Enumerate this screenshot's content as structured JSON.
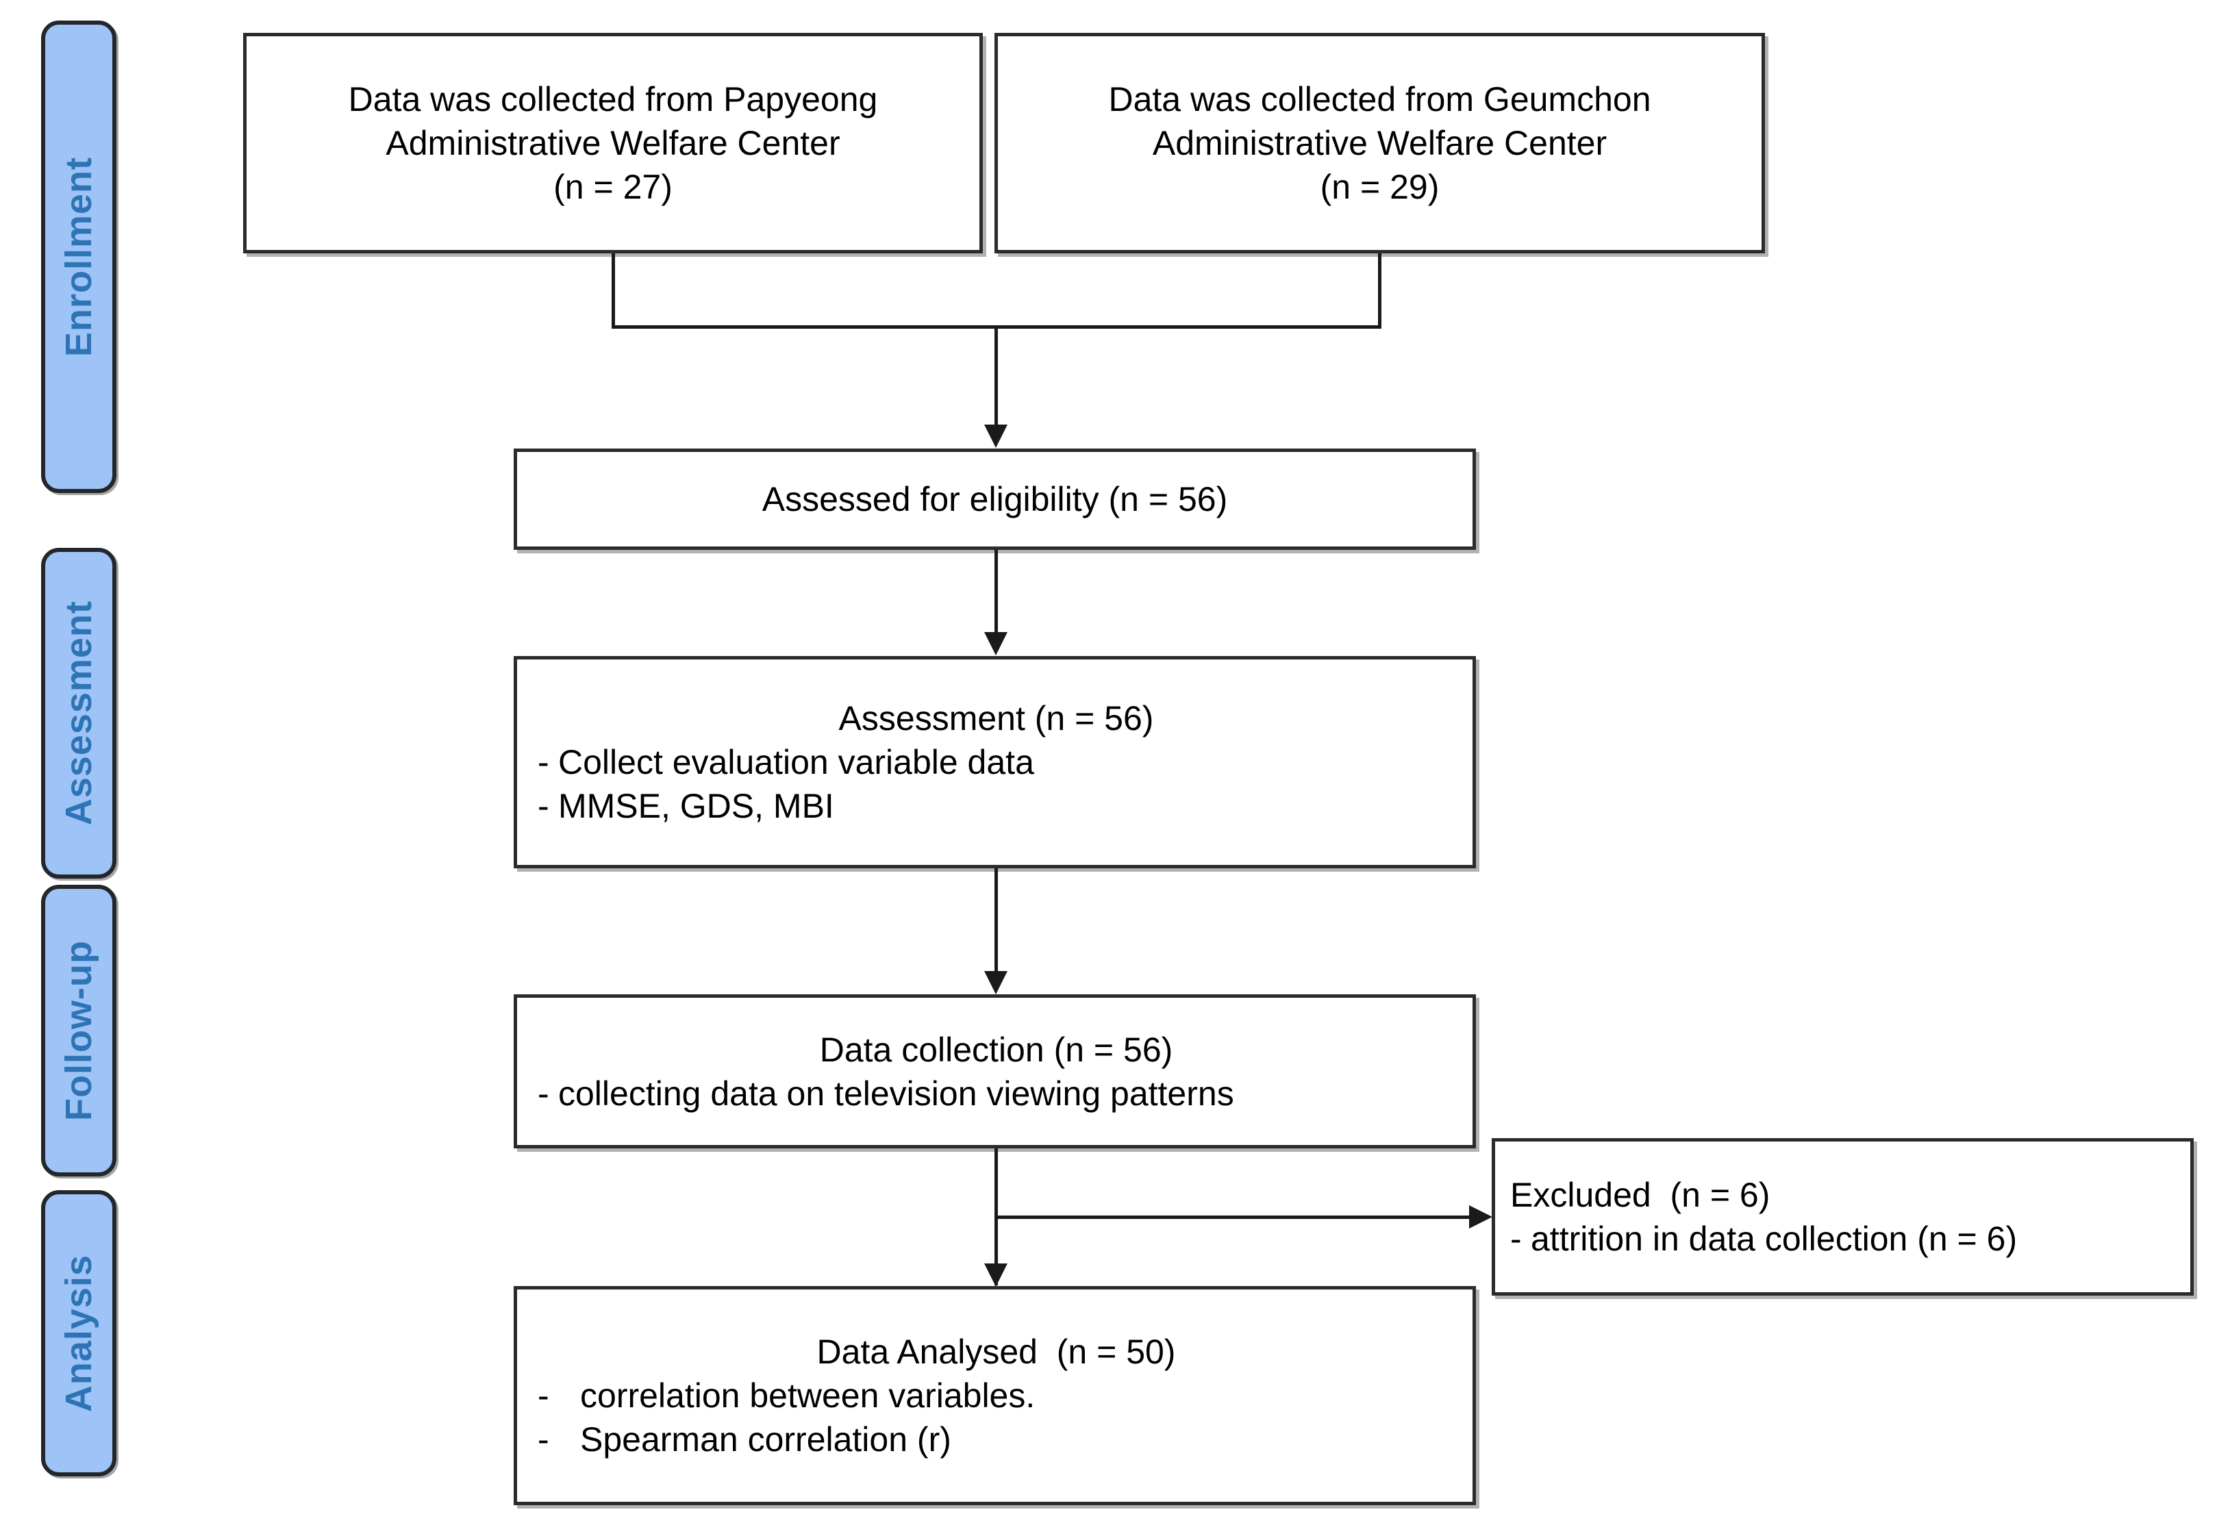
{
  "diagram": {
    "title": "CONSORT-style participant flow diagram",
    "colors": {
      "stage_fill": "#9DC3F7",
      "stage_border": "#23272B",
      "stage_text": "#2E74B5",
      "node_border": "#2B2B2B",
      "node_fill": "#FFFFFF",
      "connector": "#1A1A1A"
    },
    "stages": [
      {
        "label": "Enrollment"
      },
      {
        "label": "Assessment"
      },
      {
        "label": "Follow-up"
      },
      {
        "label": "Analysis"
      }
    ],
    "nodes": {
      "source_left": {
        "lines": [
          "Data was collected from Papyeong",
          "Administrative Welfare Center",
          "(n = 27)"
        ]
      },
      "source_right": {
        "lines": [
          "Data was collected from Geumchon",
          "Administrative Welfare Center",
          "(n = 29)"
        ]
      },
      "eligibility": {
        "heading": "Assessed for eligibility (n = 56)"
      },
      "assessment": {
        "heading": "Assessment (n = 56)",
        "bullets": [
          {
            "mark": "-",
            "text": "Collect evaluation variable data"
          },
          {
            "mark": "-",
            "text": "MMSE, GDS, MBI"
          }
        ]
      },
      "data_collection": {
        "heading": "Data collection (n = 56)",
        "bullets": [
          {
            "mark": "-",
            "text": "collecting data on television viewing patterns"
          }
        ]
      },
      "excluded": {
        "heading": "Excluded  (n = 6)",
        "bullets": [
          {
            "mark": "-",
            "text": "attrition in data collection (n = 6)"
          }
        ]
      },
      "analysed": {
        "heading": "Data Analysed  (n = 50)",
        "bullets": [
          {
            "mark": "-",
            "text": "correlation between variables."
          },
          {
            "mark": "-",
            "text": "Spearman correlation (r)"
          }
        ]
      }
    }
  }
}
